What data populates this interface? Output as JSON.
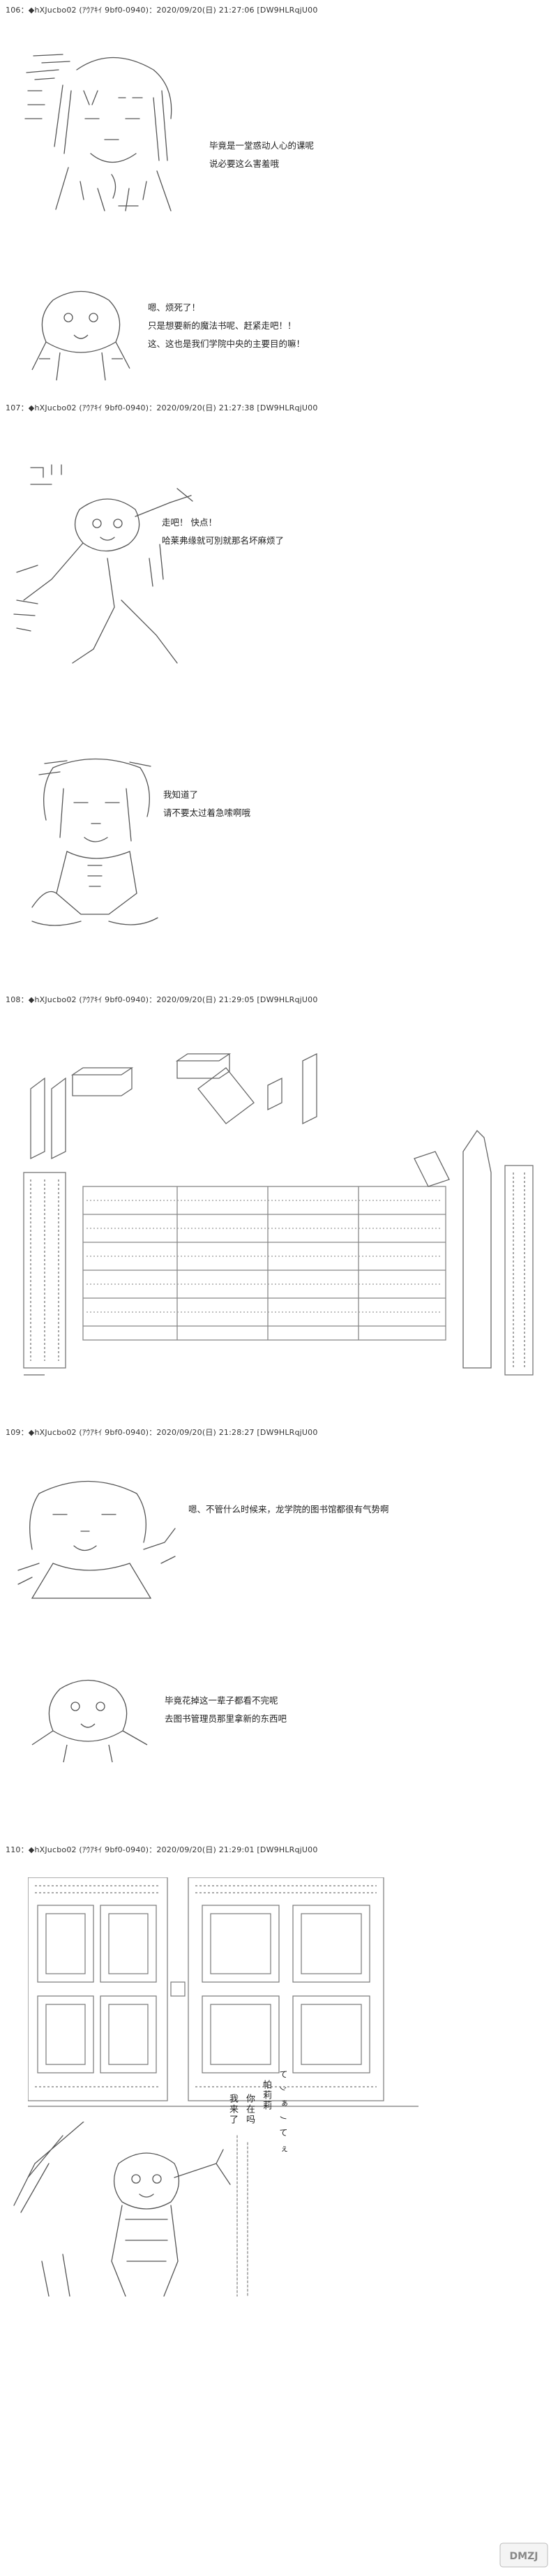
{
  "posts": [
    {
      "header": "106：◆hXJucbo02 (ｱｳｱｷｲ 9bf0-0940)：2020/09/20(日) 21:27:06 [DW9HLRqjU00",
      "blocks": [
        {
          "lines": [
            "毕竟是一堂惑动人心的课呢",
            "说必要这么害羞哦"
          ]
        },
        {
          "lines": [
            "嗯、烦死了！",
            "只是想要新的魔法书呢、赶紧走吧！！",
            "这、这也是我们学院中央的主要目的嘛！"
          ]
        }
      ]
    },
    {
      "header": "107：◆hXJucbo02 (ｱｳｱｷｲ 9bf0-0940)：2020/09/20(日) 21:27:38 [DW9HLRqjU00",
      "blocks": [
        {
          "lines": [
            "走吧！ 快点！",
            "哈莱弗缘就可別就那名坏麻烦了"
          ]
        },
        {
          "lines": [
            "我知道了",
            "请不要太过着急嗦啊哦"
          ]
        }
      ]
    },
    {
      "header": "108：◆hXJucbo02 (ｱｳｱｷｲ 9bf0-0940)：2020/09/20(日) 21:29:05 [DW9HLRqjU00",
      "blocks": []
    },
    {
      "header": "109：◆hXJucbo02 (ｱｳｱｷｲ 9bf0-0940)：2020/09/20(日) 21:28:27 [DW9HLRqjU00",
      "blocks": [
        {
          "lines": [
            "嗯、不管什么时候来，龙学院的图书馆都很有气势啊"
          ]
        },
        {
          "lines": [
            "毕竟花掉这一辈子都看不完呢",
            "去图书管理员那里拿新的东西吧"
          ]
        }
      ]
    },
    {
      "header": "110：◆hXJucbo02 (ｱｳｱｷｲ 9bf0-0940)：2020/09/20(日) 21:29:01 [DW9HLRqjU00",
      "blocks": [
        {
          "vertical": [
            "て",
            "ﾝ",
            "ぁ",
            "ﾉ",
            "て",
            "ぇ"
          ]
        },
        {
          "vertical_lines": [
            "帕莉莉",
            "你在吗",
            "我来了"
          ]
        }
      ]
    }
  ],
  "watermark": "DMZJ"
}
